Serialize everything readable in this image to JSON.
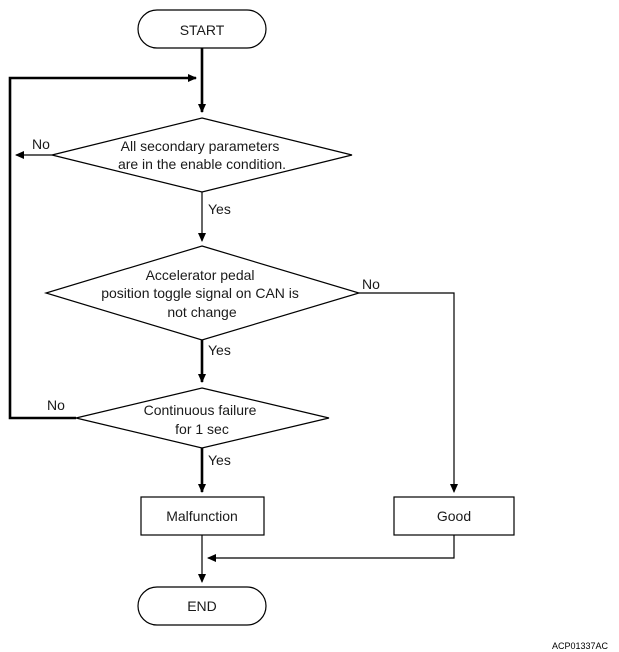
{
  "nodes": {
    "start": "START",
    "check_secondary": [
      "All secondary parameters",
      "are in the enable condition."
    ],
    "check_pedal": [
      "Accelerator pedal",
      "position toggle signal on CAN is",
      "not change"
    ],
    "check_failure": [
      "Continuous failure",
      "for 1 sec"
    ],
    "malfunction": "Malfunction",
    "good": "Good",
    "end": "END"
  },
  "edge_labels": {
    "secondary_no": "No",
    "secondary_yes": "Yes",
    "pedal_no": "No",
    "pedal_yes": "Yes",
    "failure_no": "No",
    "failure_yes": "Yes"
  },
  "figure_code": "ACP01337AC"
}
